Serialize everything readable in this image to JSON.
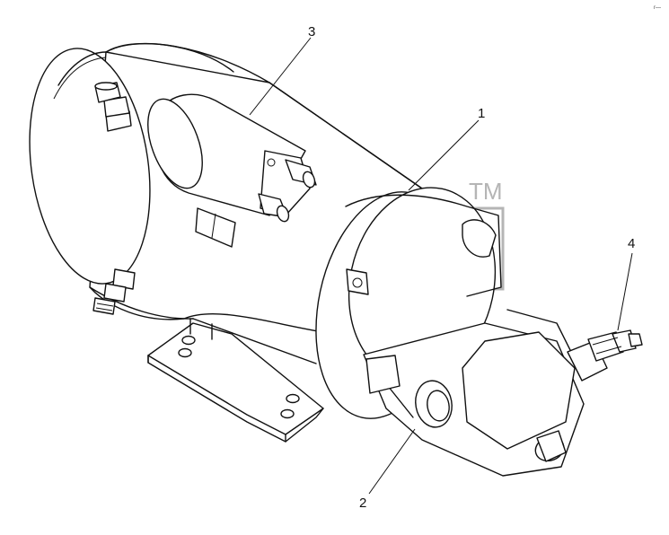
{
  "callouts": [
    {
      "id": "1",
      "label": "1"
    },
    {
      "id": "2",
      "label": "2"
    },
    {
      "id": "3",
      "label": "3"
    },
    {
      "id": "4",
      "label": "4"
    }
  ],
  "watermark": {
    "trademark": "TM"
  },
  "corner_mark": "r—"
}
